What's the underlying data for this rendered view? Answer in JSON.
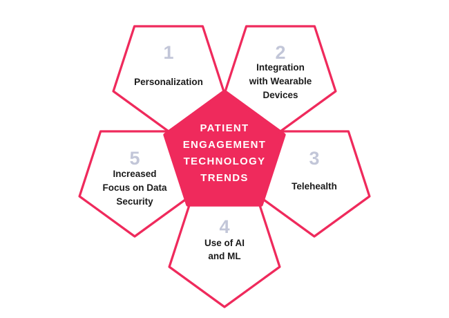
{
  "diagram": {
    "center": {
      "lines": [
        "PATIENT",
        "ENGAGEMENT",
        "TECHNOLOGY",
        "TRENDS"
      ]
    },
    "trends": [
      {
        "number": "1",
        "lines": [
          "Personalization"
        ]
      },
      {
        "number": "2",
        "lines": [
          "Integration",
          "with Wearable",
          "Devices"
        ]
      },
      {
        "number": "3",
        "lines": [
          "Telehealth"
        ]
      },
      {
        "number": "4",
        "lines": [
          "Use of AI",
          "and ML"
        ]
      },
      {
        "number": "5",
        "lines": [
          "Increased",
          "Focus on Data",
          "Security"
        ]
      }
    ]
  },
  "colors": {
    "accent": "#EF2A5C",
    "number": "#C2C6D8",
    "label": "#1A1A1A",
    "title_text": "#FFFFFF",
    "background": "#FFFFFF"
  }
}
